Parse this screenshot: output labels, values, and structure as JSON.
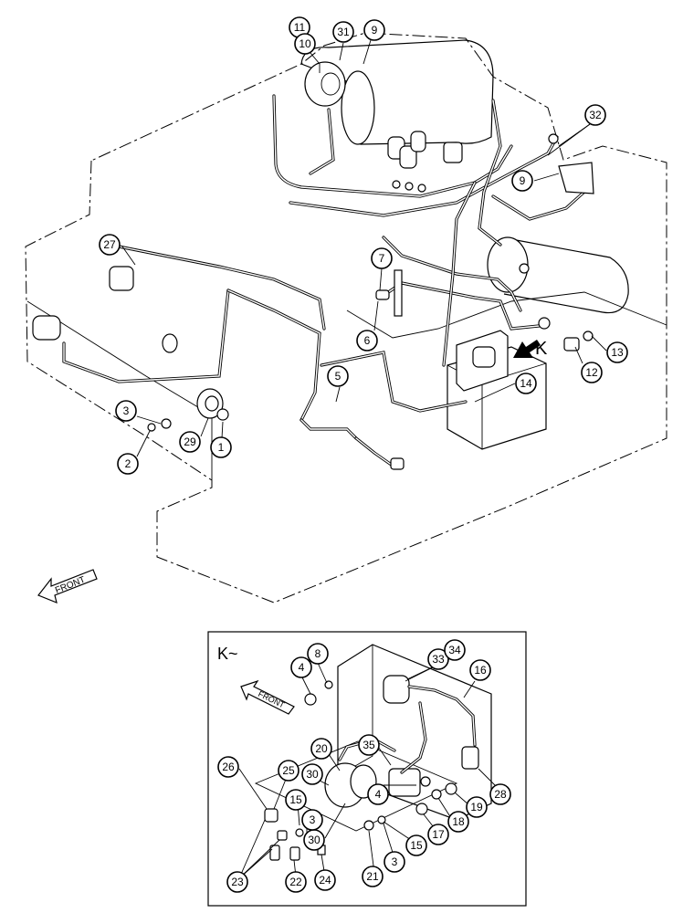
{
  "main_view": {
    "callouts": [
      "11",
      "10",
      "31",
      "9",
      "32",
      "9",
      "27",
      "7",
      "6",
      "5",
      "14",
      "13",
      "12",
      "3",
      "2",
      "29",
      "1"
    ],
    "view_arrow_label": "K",
    "front_label": "FRONT"
  },
  "detail_view": {
    "title": "K~",
    "front_label": "FRONT",
    "callouts": [
      "4",
      "8",
      "33",
      "34",
      "16",
      "35",
      "20",
      "30",
      "30",
      "28",
      "26",
      "25",
      "15",
      "3",
      "4",
      "19",
      "18",
      "17",
      "21",
      "3",
      "15",
      "23",
      "22",
      "24"
    ]
  },
  "colors": {
    "line": "#000000",
    "background": "#ffffff"
  }
}
